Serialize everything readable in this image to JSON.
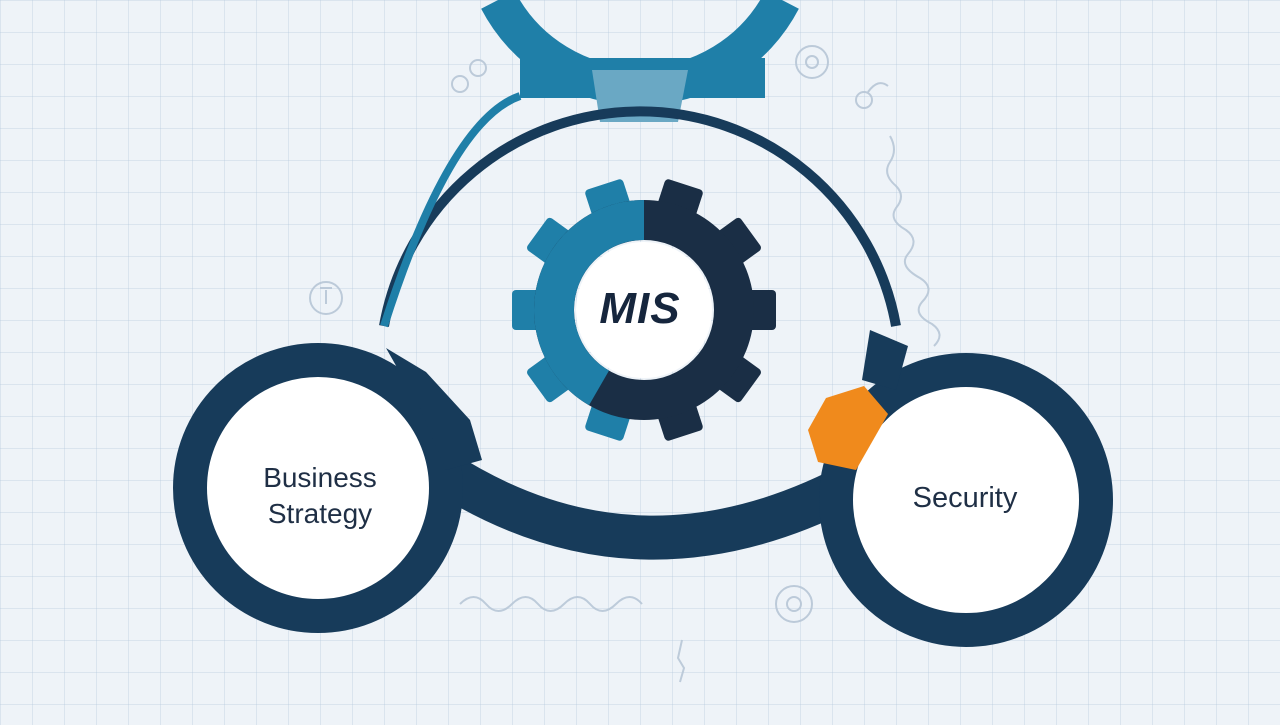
{
  "diagram": {
    "center": {
      "label": "MIS"
    },
    "nodes": [
      {
        "id": "business-strategy",
        "label_line1": "Business",
        "label_line2": "Strategy"
      },
      {
        "id": "security",
        "label": "Security"
      }
    ]
  },
  "colors": {
    "background": "#eef3f8",
    "navy": "#173b5a",
    "dark_navy": "#1a2e45",
    "teal": "#1f7fa8",
    "light_teal": "#6aa8c4",
    "orange": "#f08a1c",
    "sketch": "#b7c6d6"
  },
  "icons": [
    "gear-icon",
    "small-gear-icon",
    "info-icon",
    "chain-link-icon"
  ]
}
